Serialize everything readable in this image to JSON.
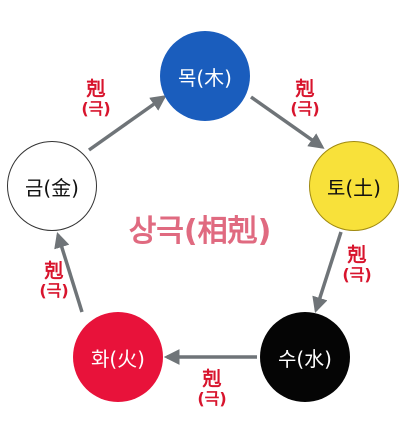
{
  "center_title": "상극(相剋)",
  "nodes": {
    "wood": "목(木)",
    "earth": "토(土)",
    "water": "수(水)",
    "fire": "화(火)",
    "metal": "금(金)"
  },
  "relation": {
    "hanja": "剋",
    "reading": "(극)"
  },
  "colors": {
    "wood": "#1a5dbd",
    "earth": "#f8e13a",
    "water": "#050505",
    "fire": "#e8123a",
    "metal": "#ffffff",
    "arrow": "#6f7478",
    "label": "#d8142d",
    "title": "#e06a80"
  }
}
